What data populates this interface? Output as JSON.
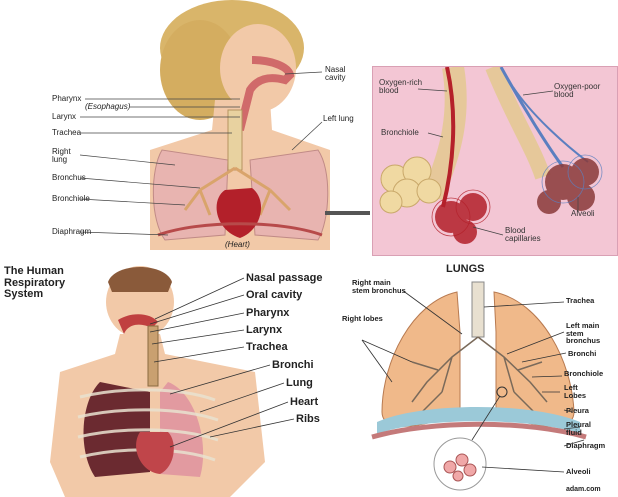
{
  "top_left": {
    "labels": {
      "nasal_cavity": "Nasal\ncavity",
      "pharynx": "Pharynx",
      "esophagus": "(Esophagus)",
      "larynx": "Larynx",
      "trachea": "Trachea",
      "left_lung": "Left lung",
      "right_lung": "Right\nlung",
      "bronchus": "Bronchus",
      "bronchiole": "Bronchiole",
      "diaphragm": "Diaphragm",
      "heart": "(Heart)"
    }
  },
  "top_right": {
    "labels": {
      "oxygen_rich": "Oxygen-rich\nblood",
      "oxygen_poor": "Oxygen-poor\nblood",
      "bronchiole": "Bronchiole",
      "alveoli": "Alveoli",
      "blood_capillaries": "Blood\ncapillaries"
    }
  },
  "bottom_left": {
    "title": "The Human\nRespiratory\nSystem",
    "labels": {
      "nasal_passage": "Nasal passage",
      "oral_cavity": "Oral cavity",
      "pharynx": "Pharynx",
      "larynx": "Larynx",
      "trachea": "Trachea",
      "bronchi": "Bronchi",
      "lung": "Lung",
      "heart": "Heart",
      "ribs": "Ribs"
    }
  },
  "bottom_right": {
    "title": "LUNGS",
    "credit": "adam.com",
    "labels": {
      "right_main_stem_bronchus": "Right main\nstem bronchus",
      "right_lobes": "Right lobes",
      "trachea": "Trachea",
      "left_main_stem_bronchus": "Left main\nstem\nbronchus",
      "bronchi": "Bronchi",
      "bronchiole": "Bronchiole",
      "left_lobes": "Left\nLobes",
      "pleura": "Pleura",
      "pleural_fluid": "Pleural\nfluid",
      "diaphragm": "Diaphragm",
      "alveoli": "Alveoli"
    }
  },
  "colors": {
    "lung_pink": "#e8b4b0",
    "bronchi_tan": "#d9a46b",
    "heart_red": "#b3202a",
    "skin": "#f2c9a8",
    "panel_bg_pink": "#f3c6d4",
    "lung_orange": "#f0b98a"
  }
}
